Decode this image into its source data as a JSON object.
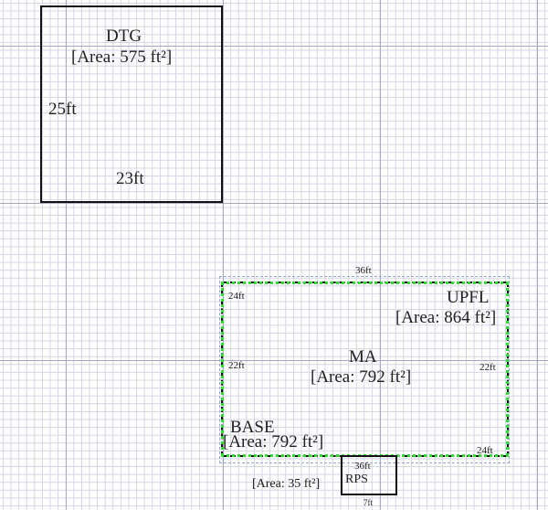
{
  "rooms": {
    "dtg": {
      "name": "DTG",
      "area": "[Area: 575 ft²]",
      "height_label": "25ft",
      "width_label": "23ft"
    },
    "upfl": {
      "name": "UPFL",
      "area": "[Area: 864 ft²]",
      "top_label": "36ft",
      "left_label": "24ft",
      "bottom_label": "24ft"
    },
    "ma": {
      "name": "MA",
      "area": "[Area: 792 ft²]",
      "left_label": "22ft",
      "right_label": "22ft"
    },
    "base": {
      "name": "BASE",
      "area": "[Area: 792 ft²]",
      "bottom_label": "36ft"
    },
    "rps": {
      "name": "RPS",
      "area": "[Area: 35 ft²]",
      "bottom_label": "7ft"
    }
  },
  "colors": {
    "selection": "#2ee02e",
    "walls": "#111111"
  }
}
